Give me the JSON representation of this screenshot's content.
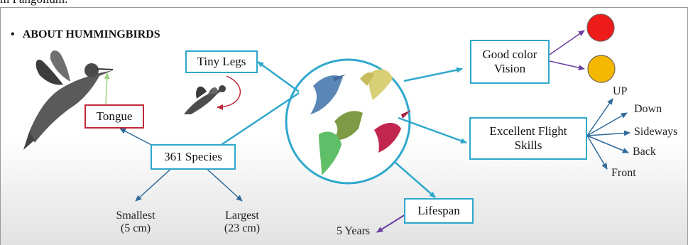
{
  "header_fragment": "m Pangolium.",
  "slide": {
    "heading_bullet": "•",
    "heading": "ABOUT HUMMINGBIRDS"
  },
  "boxes": {
    "tiny_legs": "Tiny Legs",
    "tongue": "Tongue",
    "species": "361 Species",
    "color_vision_line1": "Good color",
    "color_vision_line2": "Vision",
    "flight_line1": "Excellent Flight",
    "flight_line2": "Skills",
    "lifespan": "Lifespan"
  },
  "labels": {
    "smallest_line1": "Smallest",
    "smallest_line2": "(5 cm)",
    "largest_line1": "Largest",
    "largest_line2": "(23 cm)",
    "five_years": "5 Years",
    "up": "UP",
    "down": "Down",
    "sideways": "Sideways",
    "back": "Back",
    "front": "Front"
  },
  "colors": {
    "connector_blue": "#2fa8cc",
    "arrow_dark_blue": "#2f6a9a",
    "arrow_purple": "#6b3fa0",
    "arrow_red": "#c0283a",
    "arrow_green": "#9bd17d",
    "circle_red": "#ee1b1b",
    "circle_yellow": "#f5b800"
  }
}
